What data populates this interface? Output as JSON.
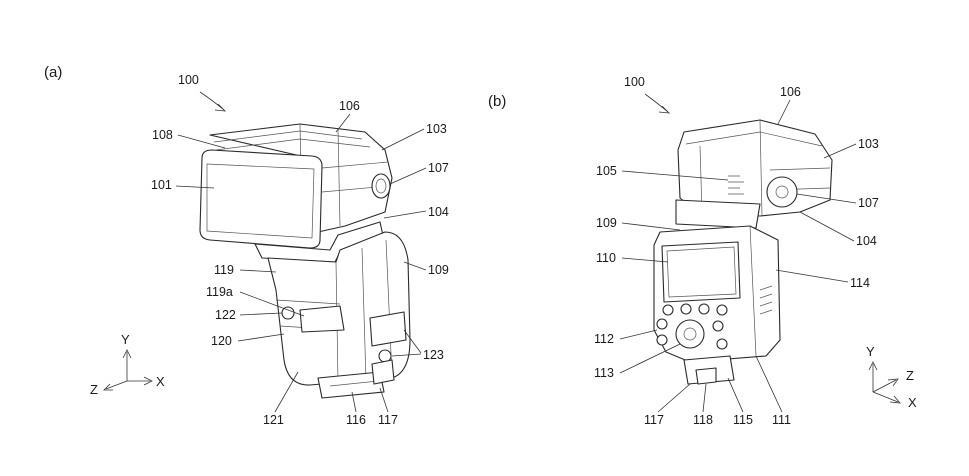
{
  "panels": {
    "a": {
      "tag": "(a)",
      "ref": "100",
      "labels": {
        "101": "101",
        "103": "103",
        "104": "104",
        "106": "106",
        "107": "107",
        "108": "108",
        "109": "109",
        "116": "116",
        "117": "117",
        "119": "119",
        "119a": "119a",
        "120": "120",
        "121": "121",
        "122": "122",
        "123": "123"
      },
      "axes": {
        "y": "Y",
        "z": "Z",
        "x": "X"
      }
    },
    "b": {
      "tag": "(b)",
      "ref": "100",
      "labels": {
        "103": "103",
        "104": "104",
        "105": "105",
        "106": "106",
        "107": "107",
        "109": "109",
        "110": "110",
        "111": "111",
        "112": "112",
        "113": "113",
        "114": "114",
        "115": "115",
        "117": "117",
        "118": "118"
      },
      "axes": {
        "y": "Y",
        "z": "Z",
        "x": "X"
      }
    }
  }
}
